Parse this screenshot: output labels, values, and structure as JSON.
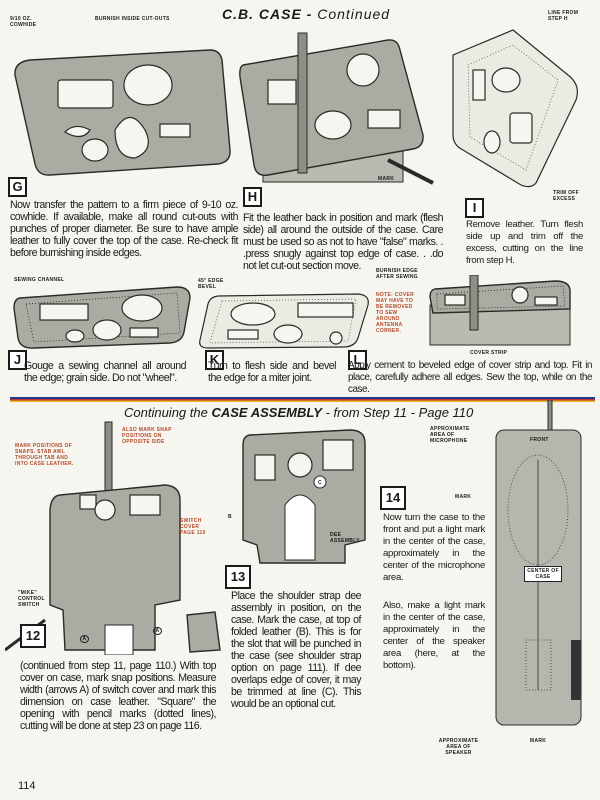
{
  "top": {
    "title_bold": "C.B. CASE -",
    "title_light": "Continued",
    "steps": [
      {
        "letter": "G",
        "text": "Now transfer the pattern to a firm piece of 9-10 oz. cowhide. If available, make all round cut-outs with punches of proper diameter. Be sure to have ample leather to fully cover the top of the case. Re-check fit before burnishing inside edges.",
        "labels": [
          "9/10 oz. cowhide",
          "Burnish inside cut-outs"
        ]
      },
      {
        "letter": "H",
        "text": "Fit the leather back in position and mark (flesh side) all around the outside of the case. Care must be used so as not to have \"false\" marks. . .press snugly against top edge of case. . .do not let cut-out section move.",
        "labels": [
          "Mark"
        ]
      },
      {
        "letter": "I",
        "text": "Remove leather. Turn flesh side up and trim off the excess, cutting on the line from step H.",
        "labels": [
          "Line from step H",
          "Trim off excess"
        ]
      },
      {
        "letter": "J",
        "text": "Gouge a sewing channel all around the edge; grain side. Do not \"wheel\".",
        "labels": [
          "Sewing channel"
        ]
      },
      {
        "letter": "K",
        "text": "Turn to flesh side and bevel the edge for a miter joint.",
        "labels": [
          "45° edge bevel"
        ]
      },
      {
        "letter": "L",
        "text": "Apply cement to beveled edge of cover strip and top. Fit in place, carefully adhere all edges. Sew the top, while on the case.",
        "labels": [
          "Burnish edge after sewing",
          "Note: cover may have to be removed to sew around antenna corner.",
          "Cover strip"
        ]
      }
    ]
  },
  "bottom": {
    "heading_a": "Continuing the",
    "heading_b": "CASE ASSEMBLY",
    "heading_c": "- from Step 11 - Page 110",
    "steps": [
      {
        "number": "12",
        "text": "(continued from step 11, page 110.) With top cover on case, mark snap positions. Measure width (arrows A) of switch cover and mark this dimension on case leather. \"Square\" the opening with pencil marks (dotted lines), cutting will be done at step 23 on page 116.",
        "labels": [
          "Mark positions of snaps. Stab awl through tab and into case leather.",
          "Also mark snap positions on opposite side",
          "Switch cover page 110",
          "\"Mike\" control switch",
          "A",
          "A"
        ]
      },
      {
        "number": "13",
        "text": "Place the shoulder strap dee assembly in position, on the case. Mark the case, at top of folded leather (B). This is for the slot that will be punched in the case (see shoulder strap option on page 111). If dee overlaps edge of cover, it may be trimmed at line (C). This would be an optional cut.",
        "labels": [
          "B",
          "C",
          "Dee assembly"
        ]
      },
      {
        "number": "14",
        "text": "Now turn the case to the front and put a light mark in the center of the case, approximately in the center of the microphone area.",
        "text2": "Also, make a light mark in the center of the case, approximately in the center of the speaker area (here, at the bottom).",
        "labels": [
          "Approximate area of microphone",
          "Front",
          "Mark",
          "Center of case",
          "Approximate area of speaker",
          "Mark"
        ]
      }
    ]
  },
  "page_number": "114"
}
